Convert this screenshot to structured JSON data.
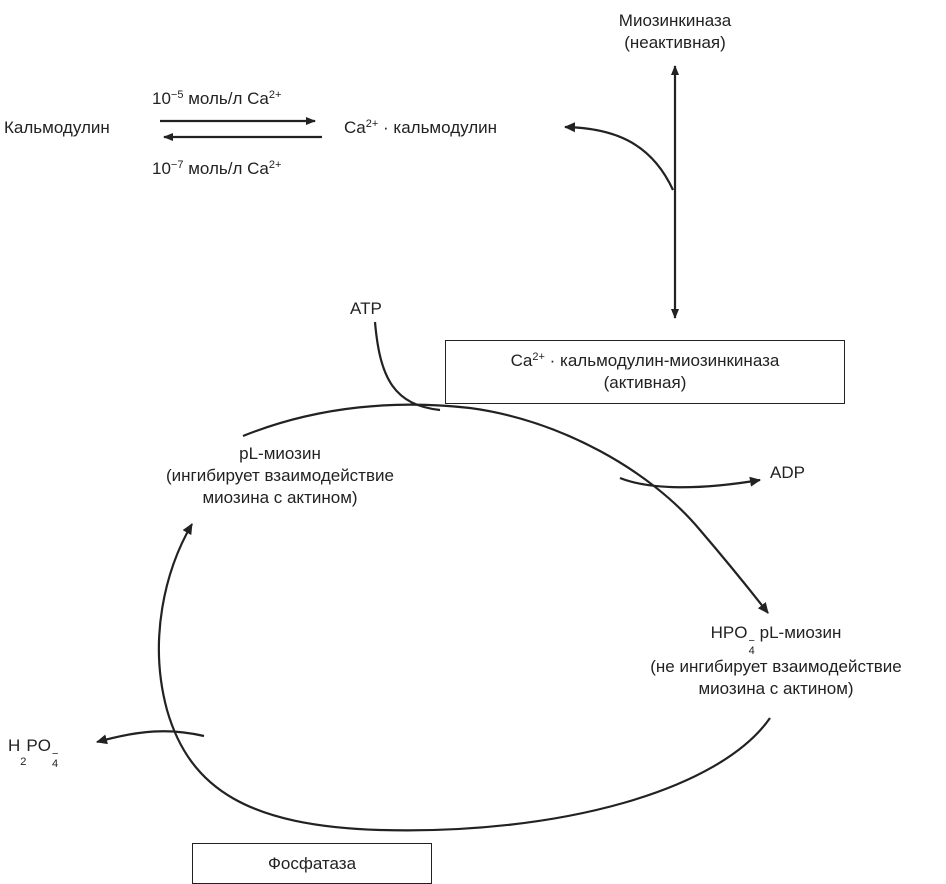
{
  "equilibrium": {
    "left": "Кальмодулин",
    "forward_conc": "10",
    "forward_exp": "−5",
    "forward_unit": " моль/л Ca",
    "forward_charge": "2+",
    "reverse_conc": "10",
    "reverse_exp": "−7",
    "reverse_unit": " моль/л Ca",
    "reverse_charge": "2+",
    "product_ion": "Ca",
    "product_charge": "2+",
    "product_rest": " · кальмодулин"
  },
  "kinase_inactive": {
    "line1": "Миозинкиназа",
    "line2": "(неактивная)"
  },
  "kinase_active_box": {
    "ion": "Ca",
    "charge": "2+",
    "rest": " · кальмодулин-миозинкиназа",
    "line2": "(активная)"
  },
  "atp": "ATP",
  "adp": "ADP",
  "pl_myosin": {
    "line1": "pL-миозин",
    "line2": "(ингибирует взаимодействие",
    "line3": "миозина с актином)"
  },
  "phospho_myosin": {
    "prefix": "HPO",
    "sub": "4",
    "charge": "−",
    "rest": "  pL-миозин",
    "line2": "(не ингибирует взаимодействие",
    "line3": "миозина с актином)"
  },
  "released_phosphate": {
    "h": "H",
    "h_sub": "2",
    "po": "PO",
    "sub": "4",
    "charge": "−"
  },
  "phosphatase_box": "Фосфатаза"
}
